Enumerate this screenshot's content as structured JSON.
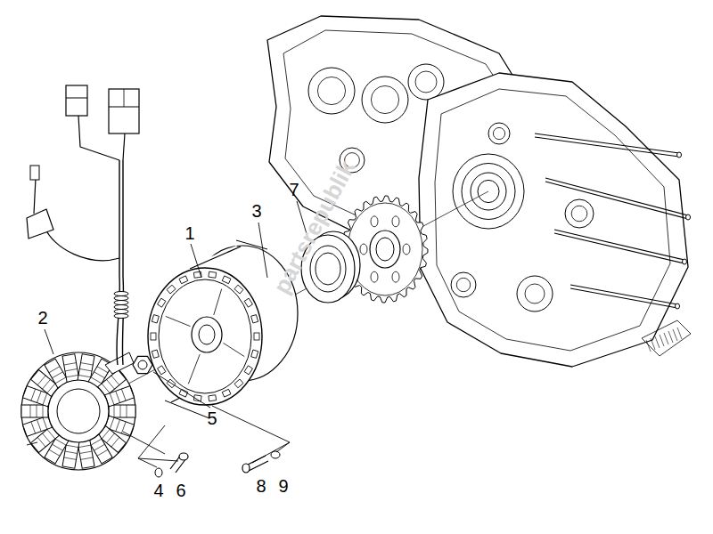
{
  "diagram": {
    "labels": [
      "1",
      "2",
      "3",
      "7",
      "5",
      "4",
      "6",
      "8",
      "9",
      "partsrepublik"
    ]
  }
}
